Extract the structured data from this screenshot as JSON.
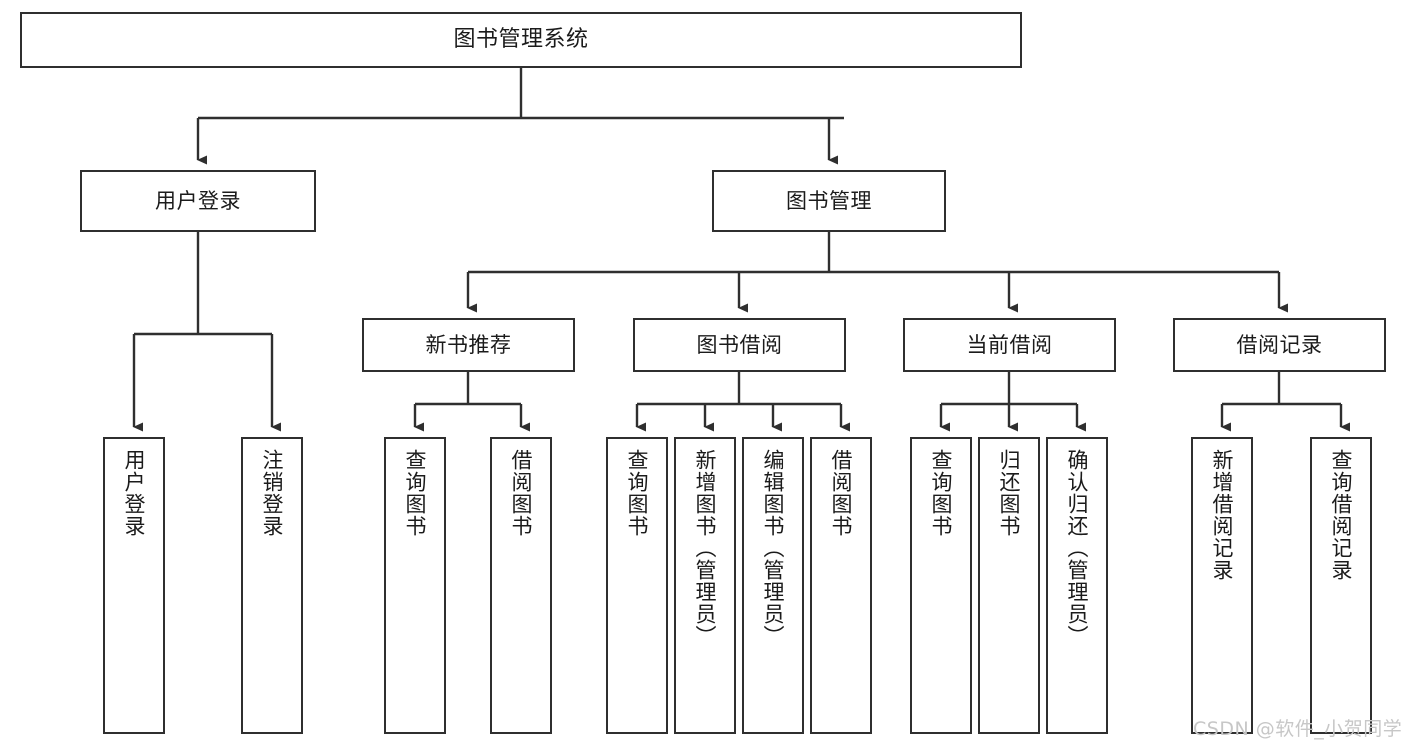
{
  "diagram": {
    "type": "tree",
    "title": "图书管理系统",
    "orientation": "top-down",
    "colors": {
      "box_border": "#2f2f2f",
      "box_fill": "#ffffff",
      "edge": "#2f2f2f",
      "text": "#1b1b1b",
      "watermark": "#c7c7c7",
      "background": "#ffffff"
    },
    "watermark": "CSDN @软件_小贺同学",
    "levels": {
      "root": {
        "label": "图书管理系统"
      },
      "level2": [
        {
          "label": "用户登录"
        },
        {
          "label": "图书管理"
        }
      ],
      "level3": [
        {
          "label": "新书推荐"
        },
        {
          "label": "图书借阅"
        },
        {
          "label": "当前借阅"
        },
        {
          "label": "借阅记录"
        }
      ]
    },
    "leaves": {
      "user_login": [
        {
          "label": "用户登录"
        },
        {
          "label": "注销登录"
        }
      ],
      "new_book_recommend": [
        {
          "label": "查询图书"
        },
        {
          "label": "借阅图书"
        }
      ],
      "book_borrow": [
        {
          "label": "查询图书"
        },
        {
          "label": "新增图书（管理员）"
        },
        {
          "label": "编辑图书（管理员）"
        },
        {
          "label": "借阅图书"
        }
      ],
      "current_borrow": [
        {
          "label": "查询图书"
        },
        {
          "label": "归还图书"
        },
        {
          "label": "确认归还（管理员）"
        }
      ],
      "borrow_record": [
        {
          "label": "新增借阅记录"
        },
        {
          "label": "查询借阅记录"
        }
      ]
    }
  }
}
